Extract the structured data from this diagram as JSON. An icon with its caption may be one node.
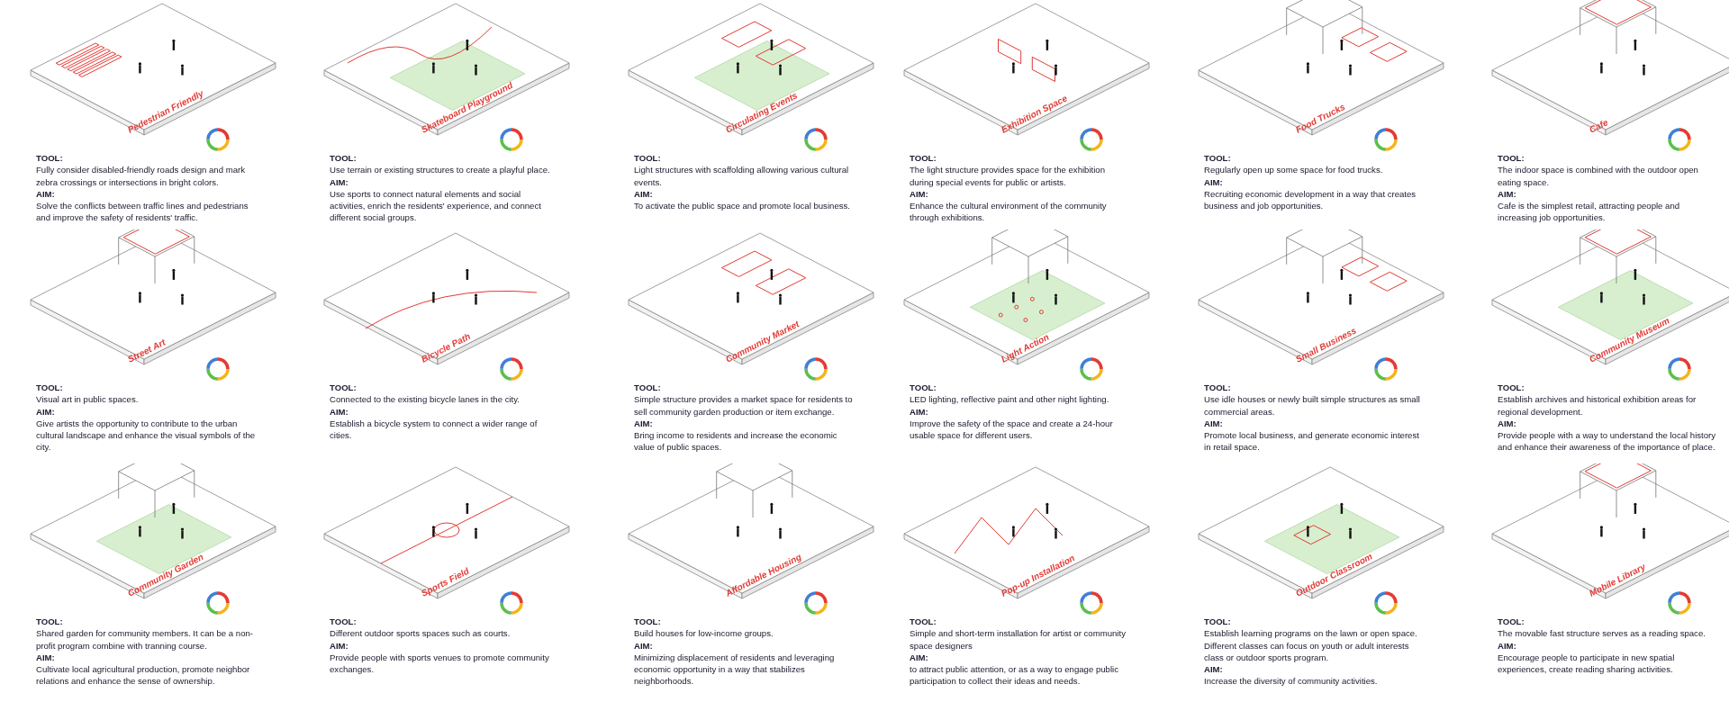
{
  "diagram": {
    "labels": [
      "Pedestrian Friendly",
      "TOOL:",
      "Fully consider disabled-friendly roads design and mark zebra crossings or intersections in bright colors.",
      "AIM:",
      "Solve the conflicts between traffic lines and pedestrians and improve the safety of residents' traffic.",
      "Skateboard Playground",
      "TOOL:",
      "Use terrain or existing structures to create a playful place.",
      "AIM:",
      "Use sports to connect natural elements and social activities, enrich the residents' experience, and connect different social groups.",
      "Circulating Events",
      "TOOL:",
      "Light structures with scaffolding allowing various cultural events.",
      "AIM:",
      "To activate the public space and promote local business.",
      "Exhibition Space",
      "TOOL:",
      "The light structure provides space for the exhibition during special events for public or artists.",
      "AIM:",
      "Enhance the cultural environment of the community through exhibitions.",
      "Food Trucks",
      "TOOL:",
      "Regularly open up some space for food trucks.",
      "AIM:",
      "Recruiting economic development in a way that creates business and job opportunities.",
      "Cafe",
      "TOOL:",
      "The indoor space is combined with the outdoor open eating space.",
      "AIM:",
      "Cafe is the simplest retail, attracting people and increasing job opportunities.",
      "Street Art",
      "TOOL:",
      "Visual art in public spaces.",
      "AIM:",
      "Give artists the opportunity to contribute to the urban cultural landscape and enhance the visual symbols of the city.",
      "Bicycle Path",
      "TOOL:",
      "Connected to the existing bicycle lanes in the city.",
      "AIM:",
      "Establish a bicycle system to connect a wider range of cities.",
      "Community Market",
      "TOOL:",
      "Simple structure provides a market space for residents to sell community garden production or item exchange.",
      "AIM:",
      "Bring income to residents and increase the economic value of public spaces.",
      "Light Action",
      "TOOL:",
      "LED lighting, reflective paint and other night lighting.",
      "AIM:",
      "Improve the safety of the space and create a 24-hour usable space for different users.",
      "Small Business",
      "TOOL:",
      "Use idle houses or newly built simple structures as small commercial areas.",
      "AIM:",
      "Promote local business, and generate economic interest in retail space.",
      "Community Museum",
      "TOOL:",
      "Establish archives and historical exhibition areas for regional development.",
      "AIM:",
      "Provide people with a way to understand the local history and enhance their awareness of the importance of place.",
      "Community Garden",
      "TOOL:",
      "Shared garden for community members. It can be a non-profit program combine with tranning course.",
      "AIM:",
      "Cultivate local agricultural production, promote neighbor relations and enhance the sense of ownership.",
      "Sports Field",
      "TOOL:",
      "Different outdoor sports spaces such as courts.",
      "AIM:",
      "Provide people with sports venues to promote community exchanges.",
      "Affordable Housing",
      "TOOL:",
      "Build houses for low-income groups.",
      "AIM:",
      "Minimizing displacement of residents and leveraging economic opportunity in a way that stabilizes neighborhoods.",
      "Pop-up Installation",
      "TOOL:",
      "Simple and short-term installation for artist or community space designers",
      "AIM:",
      "to attract public attention, or as a way to engage public participation to collect their ideas and needs.",
      "Outdoor Classroom",
      "TOOL:",
      "Establish learning programs on the lawn or open space. Different classes can focus on youth or adult interests class or outdoor sports program.",
      "AIM:",
      "Increase the diversity of community activities.",
      "Mobile Library",
      "TOOL:",
      "The movable fast structure serves as a reading space.",
      "AIM:",
      "Encourage people to participate in new spatial experiences, create reading sharing activities."
    ]
  }
}
